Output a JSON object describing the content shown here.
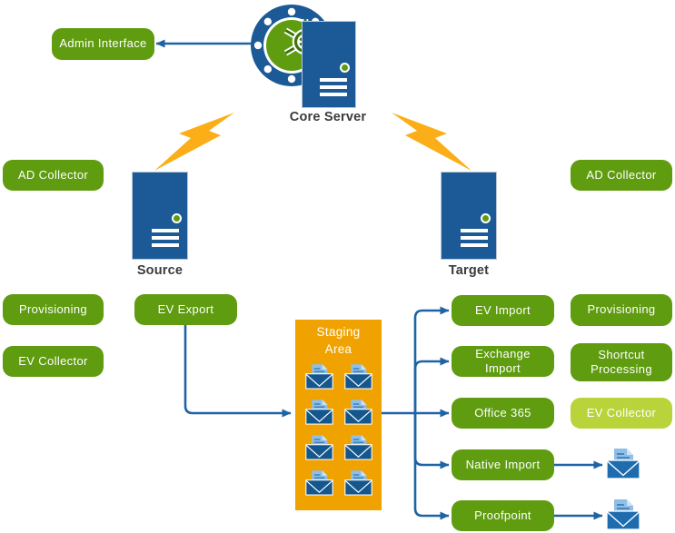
{
  "colors": {
    "green": "#5f9c10",
    "light_green": "#b9d43a",
    "blue": "#1b5a96",
    "connector_blue": "#1e63a5",
    "orange": "#f0a300",
    "lightning_orange": "#fbae17",
    "label_text": "#3b3b3b",
    "envelope_dark": "#14568e",
    "envelope_light": "#1e6cae",
    "paper_blue": "#8fbfe8",
    "background": "#ffffff"
  },
  "icons": {
    "core": "vault-dial-icon",
    "server": "server-tower-icon",
    "message": "open-envelope-icon",
    "link": "lightning-bolt-icon",
    "flow": "arrow-connector"
  },
  "nodes": {
    "admin_interface": {
      "label": "Admin Interface"
    },
    "core_server": {
      "label": "Core Server"
    },
    "source": {
      "label": "Source"
    },
    "target": {
      "label": "Target"
    },
    "ad_collector_left": {
      "label": "AD Collector"
    },
    "ad_collector_right": {
      "label": "AD Collector"
    },
    "provisioning_left": {
      "label": "Provisioning"
    },
    "provisioning_right": {
      "label": "Provisioning"
    },
    "ev_collector_left": {
      "label": "EV Collector"
    },
    "ev_collector_right": {
      "label": "EV Collector"
    },
    "ev_export": {
      "label": "EV Export"
    },
    "staging_area": {
      "label": "Staging Area"
    },
    "ev_import": {
      "label": "EV Import"
    },
    "exchange_import": {
      "label": "Exchange Import"
    },
    "office_365": {
      "label": "Office 365"
    },
    "native_import": {
      "label": "Native Import"
    },
    "proofpoint": {
      "label": "Proofpoint"
    },
    "shortcut_processing": {
      "label": "Shortcut Processing"
    }
  }
}
